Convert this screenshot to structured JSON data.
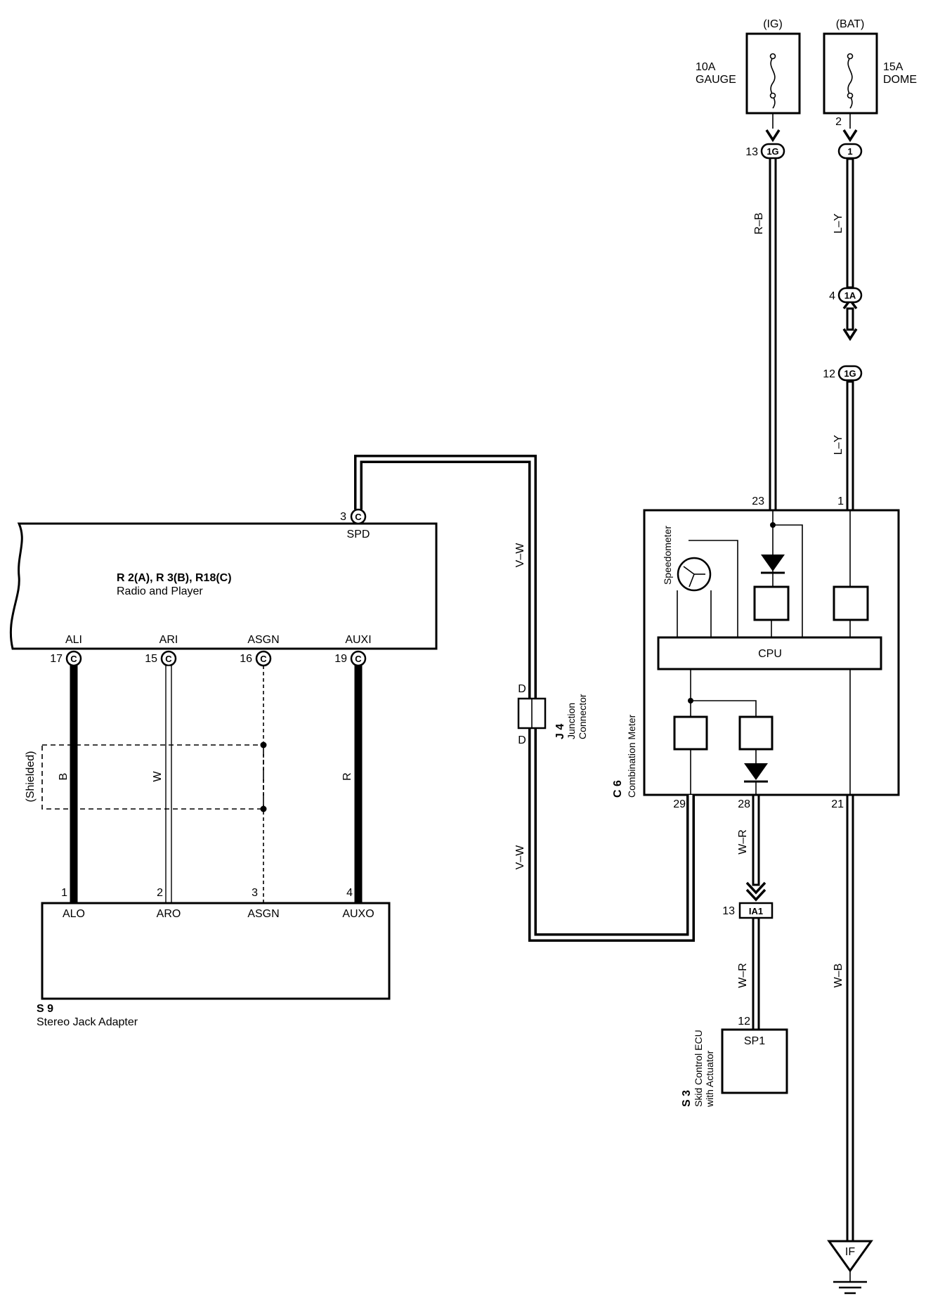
{
  "fuses": {
    "ig": {
      "supply": "(IG)",
      "rating": "10A",
      "name": "GAUGE"
    },
    "bat": {
      "supply": "(BAT)",
      "rating": "15A",
      "name": "DOME"
    }
  },
  "radio": {
    "codes": "R 2(A), R 3(B), R18(C)",
    "name": "Radio and Player",
    "spd": {
      "pin": "3",
      "conn": "C",
      "label": "SPD"
    },
    "pins": [
      {
        "pin": "17",
        "conn": "C",
        "label": "ALI"
      },
      {
        "pin": "15",
        "conn": "C",
        "label": "ARI"
      },
      {
        "pin": "16",
        "conn": "C",
        "label": "ASGN"
      },
      {
        "pin": "19",
        "conn": "C",
        "label": "AUXI"
      }
    ]
  },
  "adapter": {
    "code": "S 9",
    "name": "Stereo Jack Adapter",
    "pins": [
      {
        "pin": "1",
        "label": "ALO"
      },
      {
        "pin": "2",
        "label": "ARO"
      },
      {
        "pin": "3",
        "label": "ASGN"
      },
      {
        "pin": "4",
        "label": "AUXO"
      }
    ]
  },
  "audio_wires": {
    "shielded": "(Shielded)",
    "colors": [
      "B",
      "W",
      "R"
    ]
  },
  "junction": {
    "code": "J 4",
    "line1": "Junction",
    "line2": "Connector",
    "pin_top": "D",
    "pin_bottom": "D"
  },
  "wire_vw": "V–W",
  "meter": {
    "code": "C 6",
    "name": "Combination Meter",
    "cpu": "CPU",
    "speedometer": "Speedometer",
    "pins": {
      "ig_in": "23",
      "bat_in": "1",
      "spd": "29",
      "out": "28",
      "gnd": "21"
    }
  },
  "connectors": {
    "ig_top": {
      "pin": "13",
      "id": "1G"
    },
    "bat_top": {
      "pin": "2",
      "id": "1"
    },
    "bat_mid": {
      "pin": "4",
      "id": "1A"
    },
    "bat_low": {
      "pin": "12",
      "id": "1G"
    },
    "ia1": {
      "pin": "13",
      "id": "IA1"
    }
  },
  "wire_colors": {
    "ig": "R–B",
    "bat1": "L–Y",
    "bat2": "L–Y",
    "out1": "W–R",
    "out2": "W–R",
    "gnd": "W–B"
  },
  "skid": {
    "pin": "12",
    "label": "SP1",
    "code": "S 3",
    "line1": "Skid Control ECU",
    "line2": "with Actuator"
  },
  "ground": {
    "label": "IF"
  }
}
